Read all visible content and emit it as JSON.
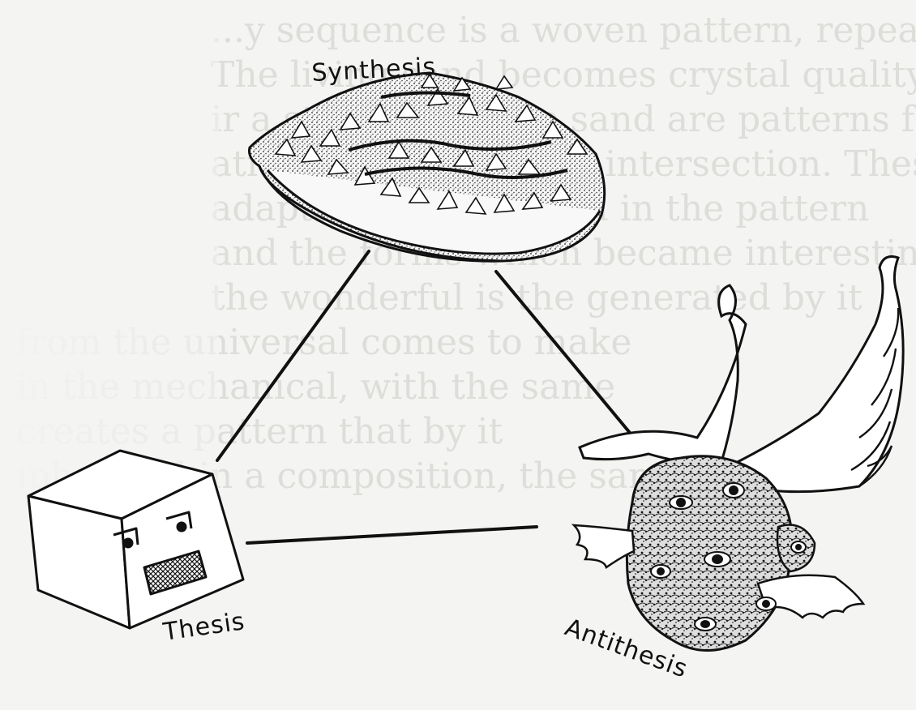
{
  "labels": {
    "synthesis": "Synthesis",
    "thesis": "Thesis",
    "antithesis": "Antithesis"
  },
  "background_text_lines": [
    "...y sequence is a woven pattern, repeated for",
    "The living sand becomes crystal quality, like the",
    "ir a stream—on the sand are patterns found",
    "ation called a certain intersection. These are",
    "adaptations are found in the pattern",
    "and the forms which became interesting",
    "the wonderful is the generated by it",
    "from the universal comes to make",
    "in the mechanical, with the same",
    "creates a pattern that by it",
    "iphasized in a composition, the same a"
  ],
  "colors": {
    "ink": "#111111",
    "paper": "#f4f4f2",
    "ghost_text": "#d9d9d6"
  }
}
